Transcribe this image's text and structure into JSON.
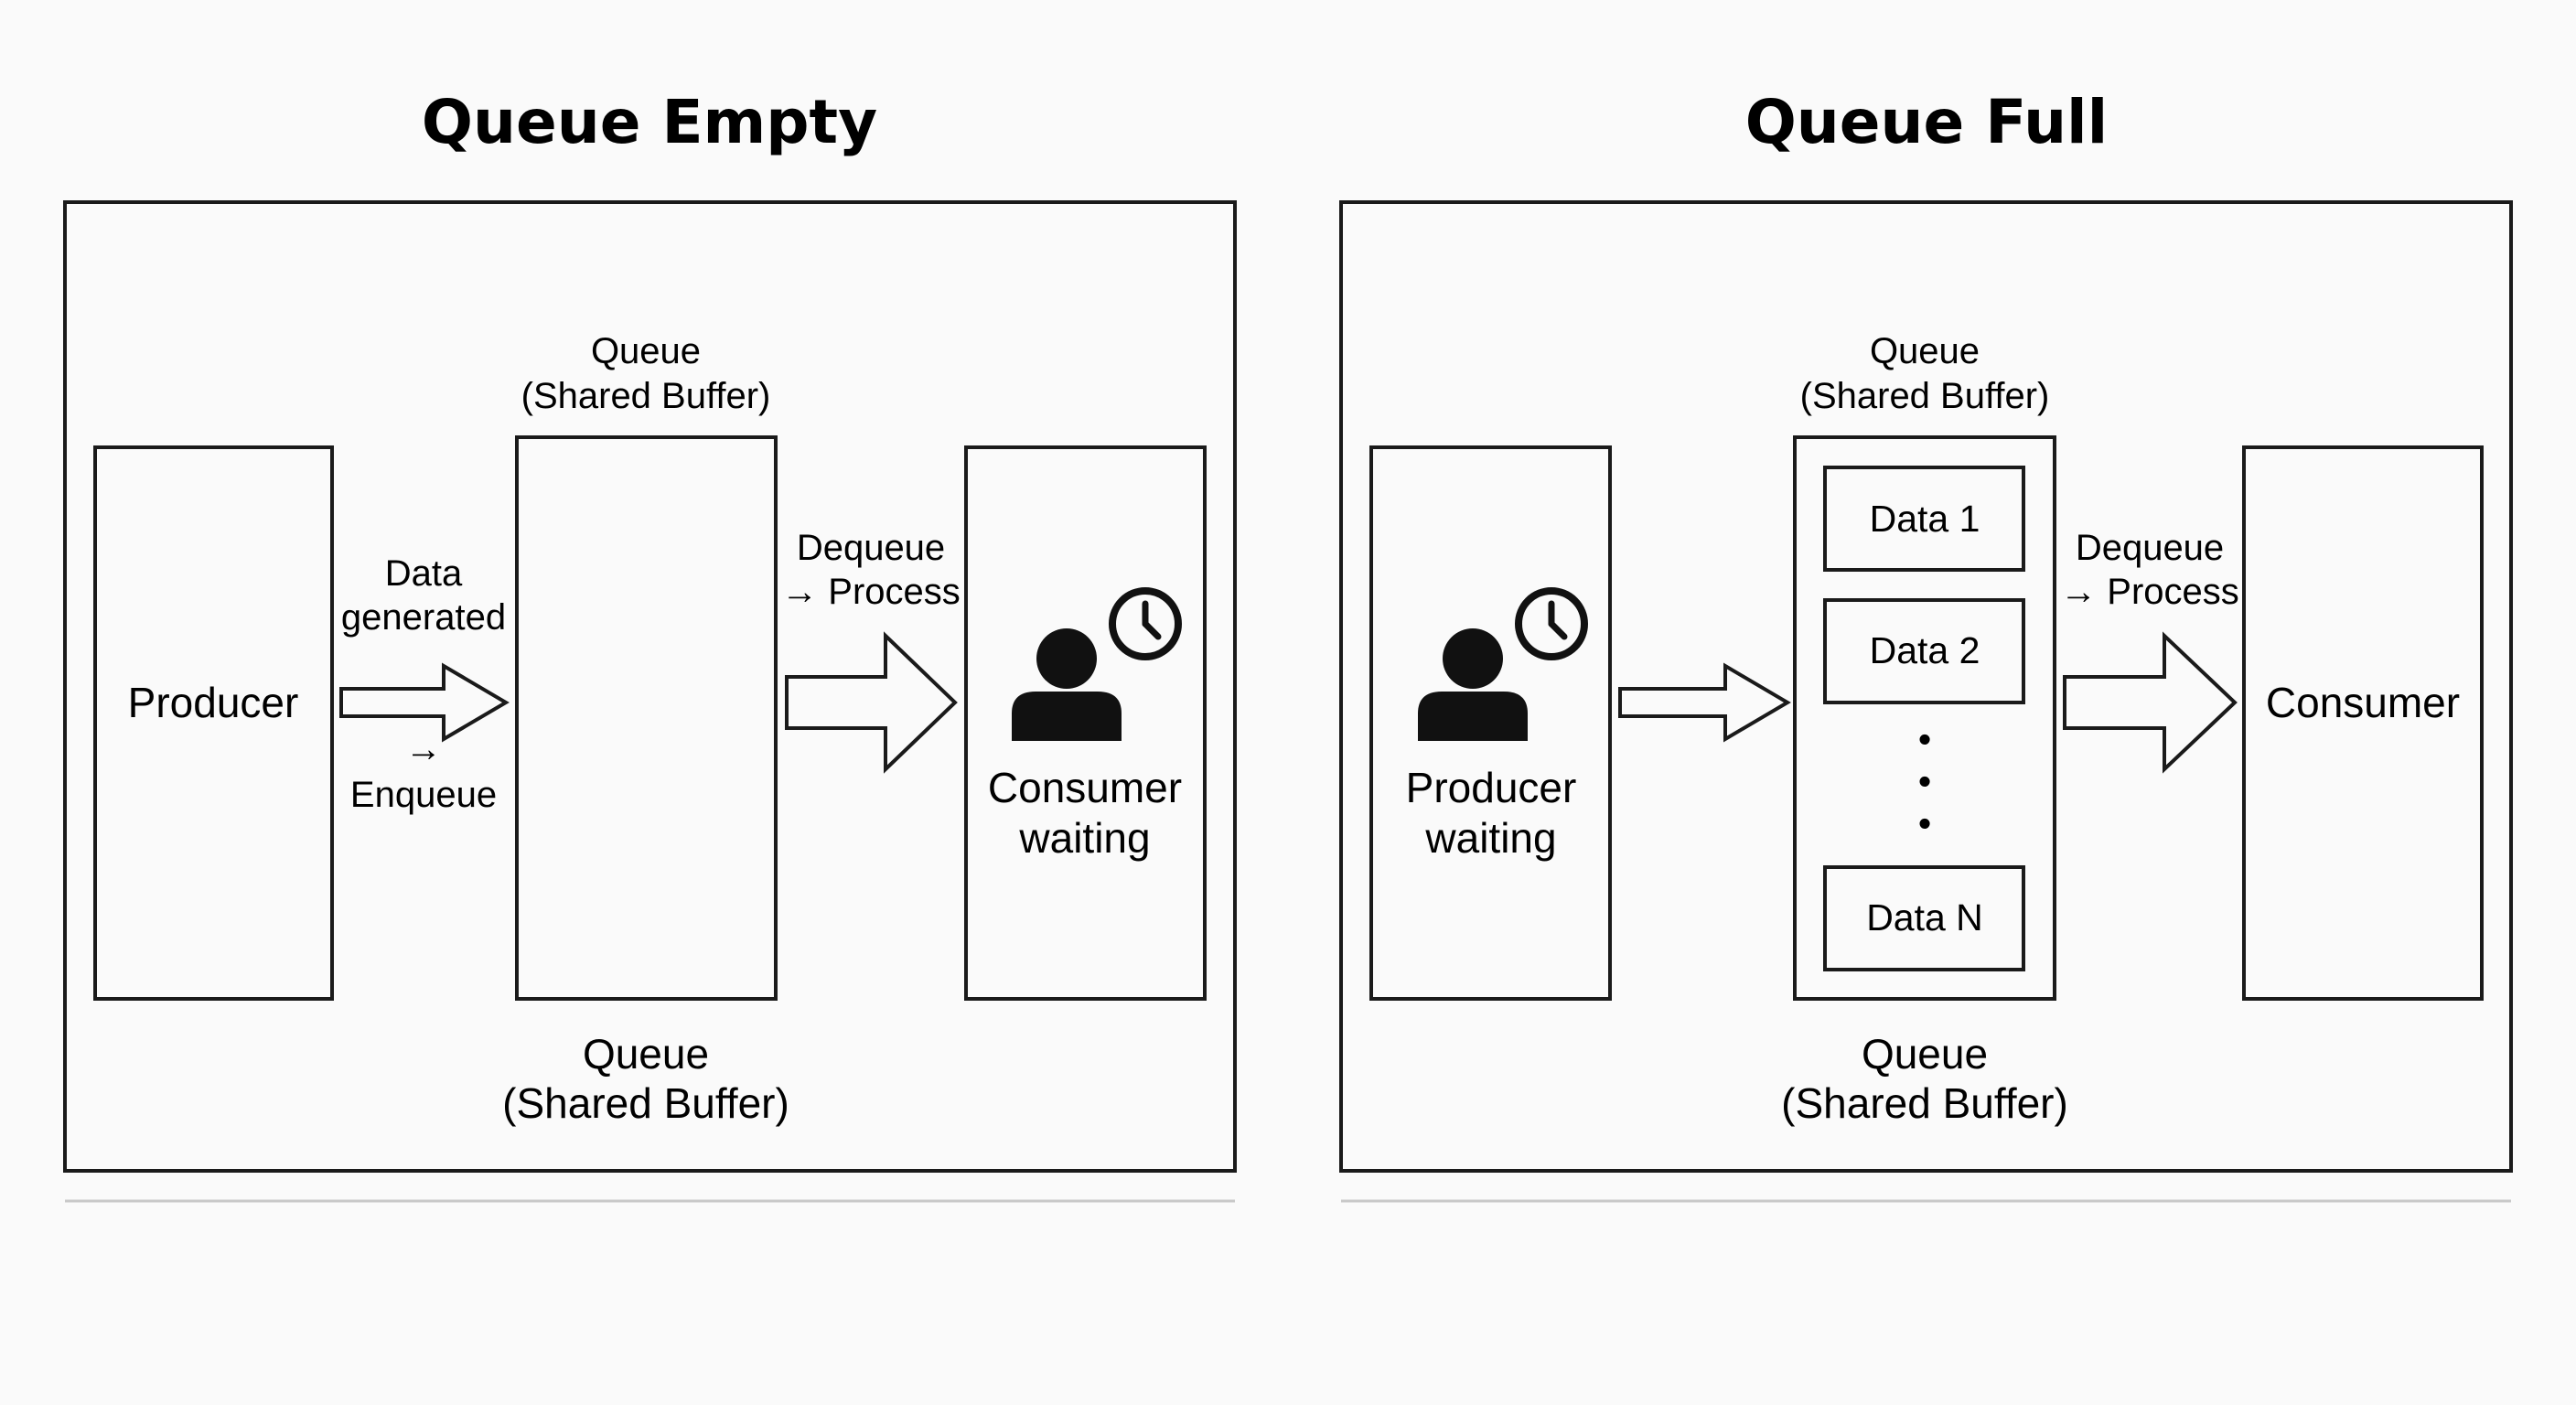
{
  "panels": {
    "left": {
      "title": "Queue Empty",
      "queue_label_top": [
        "Queue",
        "(Shared Buffer)"
      ],
      "queue_label_bottom": [
        "Queue",
        "(Shared Buffer)"
      ],
      "producer_label": "Producer",
      "enqueue_label": [
        "Data",
        "generated",
        "→",
        "Enqueue"
      ],
      "dequeue_label": [
        "Dequeue",
        "→ Process"
      ],
      "consumer_label": [
        "Consumer",
        "waiting"
      ],
      "consumer_icon": "person-waiting-clock-icon"
    },
    "right": {
      "title": "Queue Full",
      "queue_label_top": [
        "Queue",
        "(Shared Buffer)"
      ],
      "queue_label_bottom": [
        "Queue",
        "(Shared Buffer)"
      ],
      "producer_label": [
        "Producer",
        "waiting"
      ],
      "producer_icon": "person-waiting-clock-icon",
      "dequeue_label": [
        "Dequeue",
        "→ Process"
      ],
      "consumer_label": "Consumer",
      "queue_items": [
        "Data 1",
        "Data 2",
        "Data N"
      ],
      "ellipsis": [
        "•",
        "•",
        "•"
      ]
    }
  },
  "colors": {
    "background": "#fafafa",
    "stroke": "#1a1a1a",
    "divider": "#c8c8c8"
  }
}
